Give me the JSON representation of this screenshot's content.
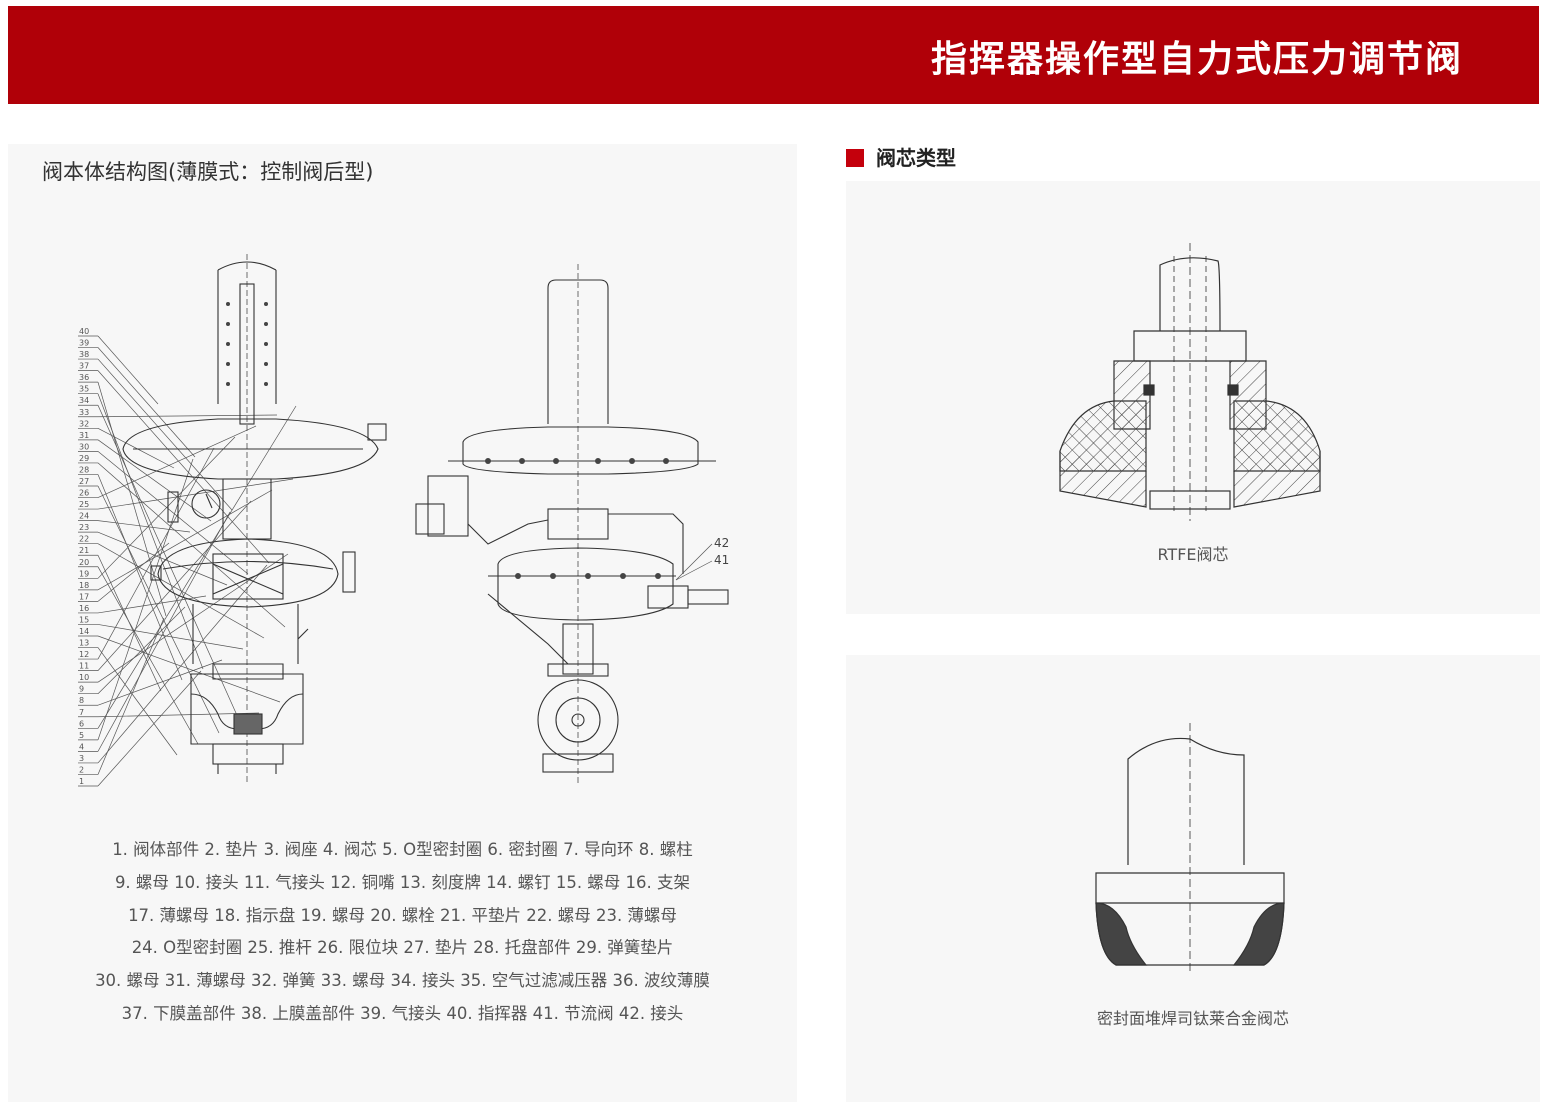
{
  "header": {
    "title": "指挥器操作型自力式压力调节阀",
    "color": "#b00008"
  },
  "structure": {
    "title": "阀本体结构图(薄膜式：控制阀后型)",
    "callouts_left": [
      "40",
      "39",
      "38",
      "37",
      "36",
      "35",
      "34",
      "33",
      "32",
      "31",
      "30",
      "29",
      "28",
      "27",
      "26",
      "25",
      "24",
      "23",
      "22",
      "21",
      "20",
      "19",
      "18",
      "17",
      "16",
      "15",
      "14",
      "13",
      "12",
      "11",
      "10",
      "9",
      "8",
      "7",
      "6",
      "5",
      "4",
      "3",
      "2",
      "1"
    ],
    "callouts_right": [
      "42",
      "41"
    ],
    "legend": [
      "1. 阀体部件  2. 垫片  3. 阀座  4. 阀芯  5. O型密封圈  6. 密封圈  7. 导向环  8. 螺柱",
      "9. 螺母  10. 接头  11. 气接头  12. 铜嘴  13. 刻度牌  14. 螺钉  15. 螺母  16. 支架",
      "17. 薄螺母  18. 指示盘  19. 螺母  20. 螺栓  21. 平垫片  22. 螺母  23. 薄螺母",
      "24. O型密封圈  25. 推杆  26. 限位块  27. 垫片  28. 托盘部件  29. 弹簧垫片",
      "30. 螺母  31. 薄螺母  32. 弹簧  33. 螺母  34. 接头  35. 空气过滤减压器  36. 波纹薄膜",
      "37. 下膜盖部件  38. 上膜盖部件  39. 气接头  40. 指挥器  41. 节流阀  42. 接头"
    ]
  },
  "core_types": {
    "title": "阀芯类型",
    "accent": "#c4000c",
    "items": [
      {
        "caption": "RTFE阀芯"
      },
      {
        "caption": "密封面堆焊司钛莱合金阀芯"
      }
    ]
  }
}
